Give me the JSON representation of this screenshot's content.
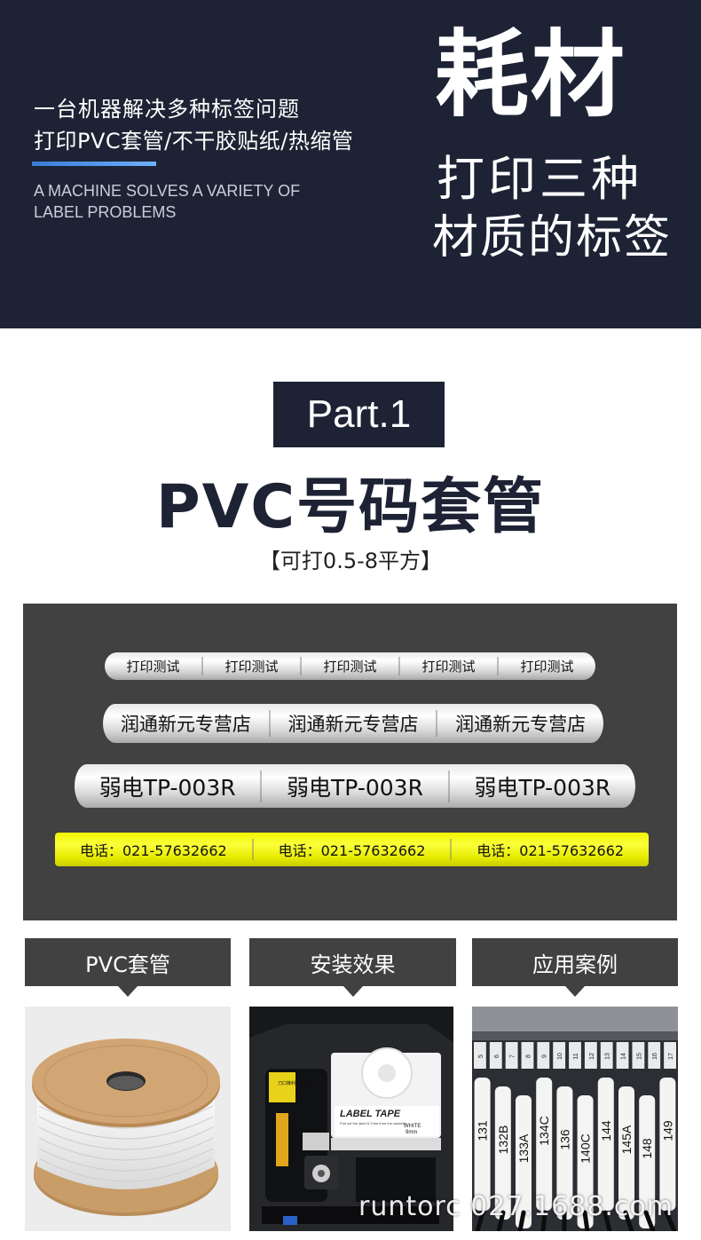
{
  "hero": {
    "line1": "一台机器解决多种标签问题",
    "line2": "打印PVC套管/不干胶贴纸/热缩管",
    "en_line1": "A MACHINE SOLVES A VARIETY OF",
    "en_line2": "LABEL PROBLEMS",
    "big_title": "耗材",
    "sub_line1": "打印三种",
    "sub_line2": "材质的标签"
  },
  "section": {
    "part_label": "Part.1",
    "title": "PVC号码套管",
    "range": "【可打0.5-8平方】"
  },
  "samples": {
    "row1": [
      "打印测试",
      "打印测试",
      "打印测试",
      "打印测试",
      "打印测试"
    ],
    "row2": [
      "润通新元专营店",
      "润通新元专营店",
      "润通新元专营店"
    ],
    "row3": [
      "弱电TP-003R",
      "弱电TP-003R",
      "弱电TP-003R"
    ],
    "row4": [
      "电话：021-57632662",
      "电话：021-57632662",
      "电话：021-57632662"
    ]
  },
  "cards": [
    {
      "label": "PVC套管"
    },
    {
      "label": "安装效果"
    },
    {
      "label": "应用案例"
    }
  ],
  "photo2": {
    "tape_title": "LABEL TAPE",
    "tape_note": "Pull out the label 5-7mm from the cassette",
    "tape_color": "WHITE",
    "tape_size": "9mm",
    "warning": "刀口锋利 注意安全"
  },
  "photo3": {
    "tube_labels": [
      "131",
      "132B",
      "133A",
      "134C",
      "136",
      "140C",
      "144",
      "145A",
      "148",
      "149"
    ],
    "terminal_numbers": [
      "5",
      "6",
      "7",
      "8",
      "9",
      "10",
      "11",
      "12",
      "13",
      "14",
      "15",
      "16",
      "17"
    ]
  },
  "watermark": "runtorc 027.1688.com"
}
